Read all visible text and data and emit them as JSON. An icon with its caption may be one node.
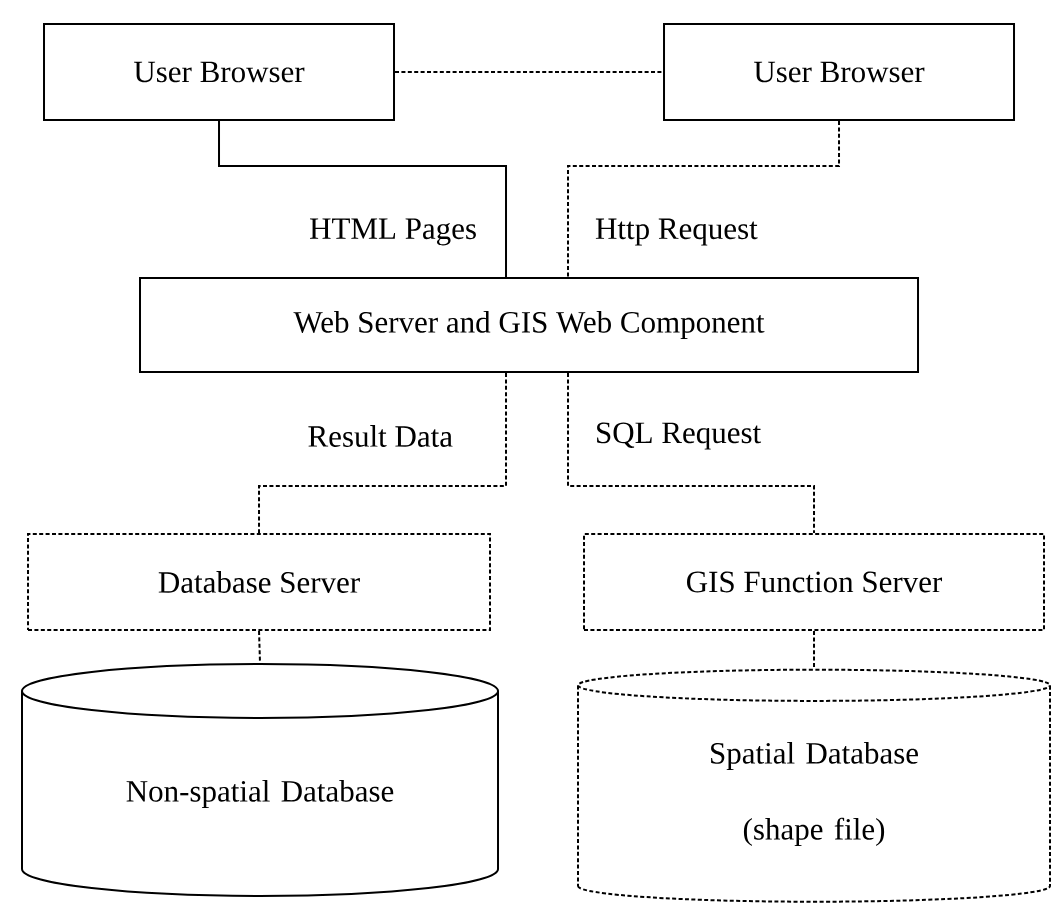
{
  "diagram": {
    "nodes": [
      {
        "text": [
          "User Browser"
        ]
      },
      {
        "text": [
          "User Browser"
        ]
      },
      {
        "text": [
          "Web Server and GIS Web Component"
        ]
      },
      {
        "text": [
          "Database Server"
        ]
      },
      {
        "text": [
          "GIS Function Server"
        ]
      },
      {
        "text": [
          "Non-spatial Database"
        ]
      },
      {
        "text": [
          "Spatial Database (shape file)"
        ]
      }
    ],
    "edges": [
      {
        "from": 0,
        "to": 1,
        "arrow": "none",
        "style": "dashed"
      },
      {
        "from": 0,
        "to": 2,
        "arrow": "none",
        "label": "HTML Pages"
      },
      {
        "from": 1,
        "to": 2,
        "arrow": "none",
        "label": "Http Request",
        "style": "dashed"
      },
      {
        "from": 2,
        "to": 3,
        "arrow": "none",
        "label": "Result Data",
        "style": "dashed"
      },
      {
        "from": 2,
        "to": 4,
        "arrow": "none",
        "label": "SQL Request",
        "style": "dashed"
      },
      {
        "from": 3,
        "to": 5,
        "arrow": "none",
        "style": "dashed"
      },
      {
        "from": 4,
        "to": 6,
        "arrow": "none",
        "style": "dashed"
      }
    ]
  }
}
